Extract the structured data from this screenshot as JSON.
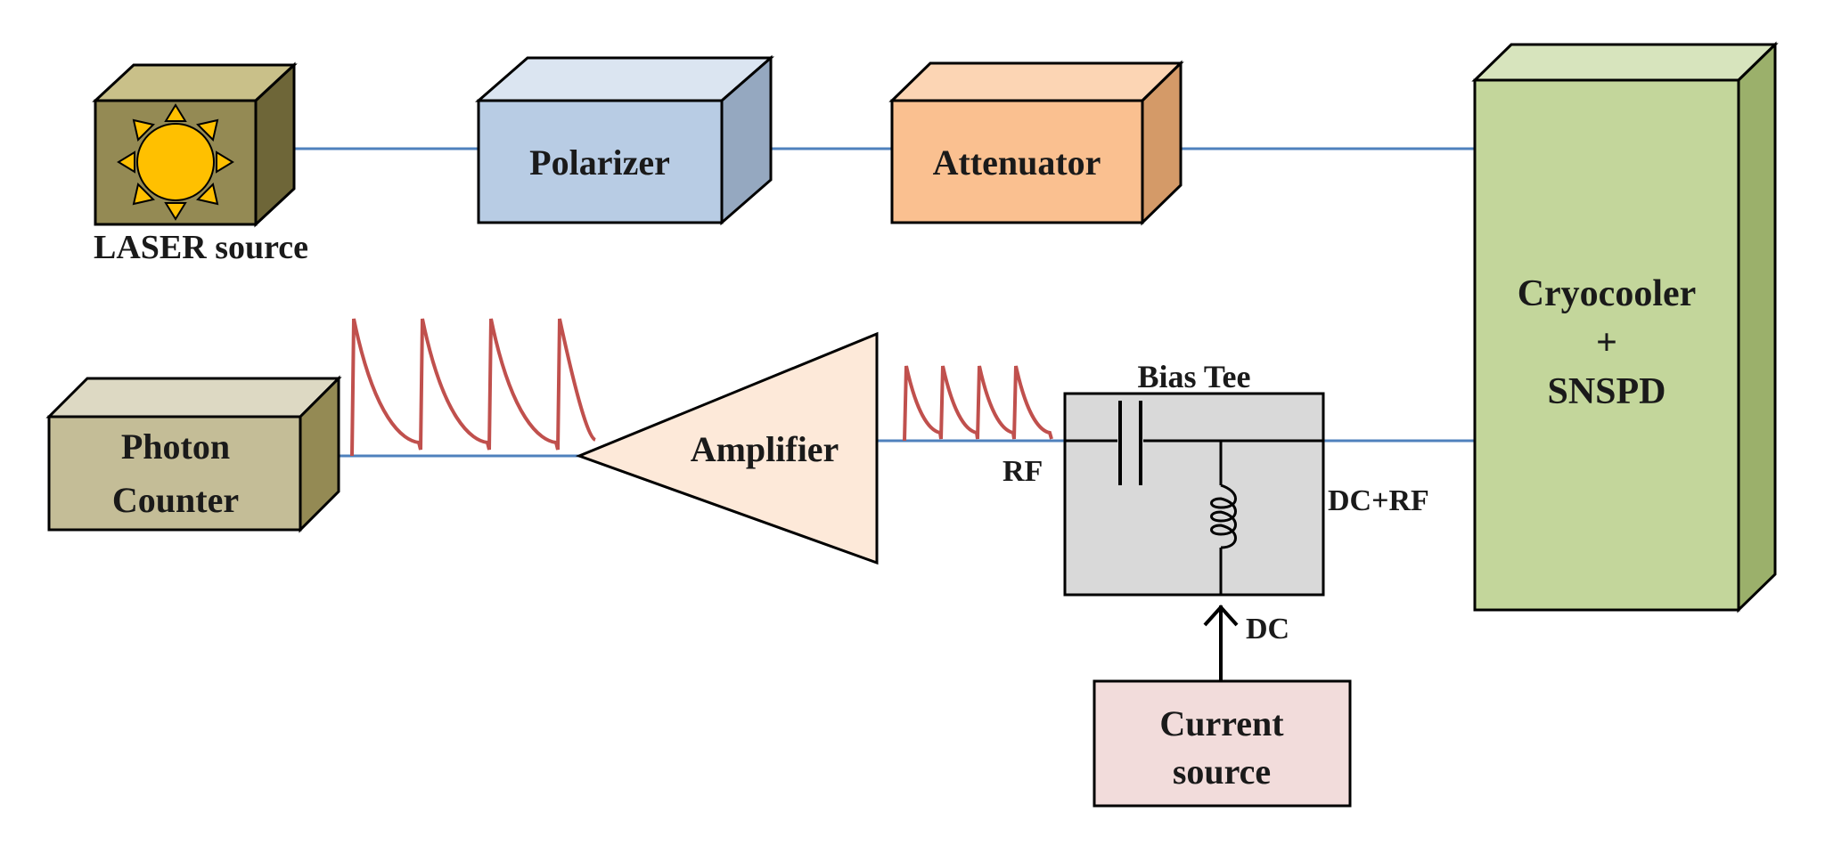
{
  "diagram": {
    "laser_label": "LASER source",
    "polarizer_label": "Polarizer",
    "attenuator_label": "Attenuator",
    "cryocooler_line1": "Cryocooler",
    "cryocooler_line2": "+",
    "cryocooler_line3": "SNSPD",
    "photon_counter_line1": "Photon",
    "photon_counter_line2": "Counter",
    "amplifier_label": "Amplifier",
    "bias_tee_label": "Bias Tee",
    "rf_label": "RF",
    "dc_rf_label": "DC+RF",
    "dc_label": "DC",
    "current_source_line1": "Current",
    "current_source_line2": "source"
  },
  "colors": {
    "fiber": "#4f81bd",
    "pulse": "#c0504d",
    "laser_box": "#948a54",
    "sun": "#ffc000",
    "polarizer": "#b8cce4",
    "attenuator": "#fac090",
    "cryocooler": "#c3d69b",
    "photon_counter": "#c4bd97",
    "amplifier": "#fde9d9",
    "bias_tee": "#d9d9d9",
    "current_source": "#f2dcdb"
  }
}
